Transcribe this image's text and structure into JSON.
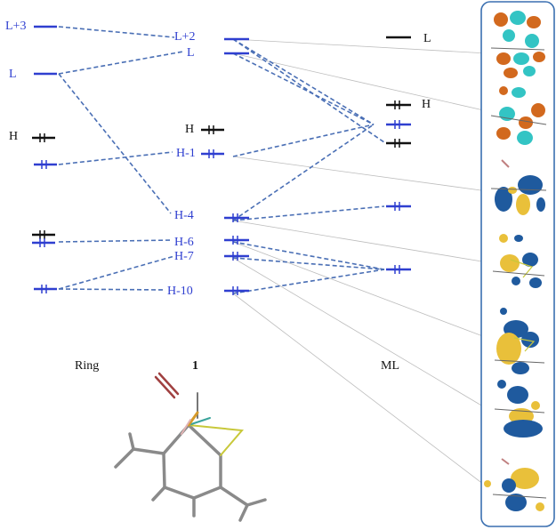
{
  "column_labels": {
    "ring": "Ring",
    "compound": "1",
    "ml": "ML"
  },
  "ring_levels": [
    {
      "label": "L+3",
      "color": "blue",
      "occupied": false
    },
    {
      "label": "L",
      "color": "blue",
      "occupied": false
    },
    {
      "label": "H",
      "color": "black",
      "occupied": true
    },
    {
      "label": "",
      "color": "blue",
      "occupied": true
    },
    {
      "label": "",
      "color": "black",
      "occupied": true
    },
    {
      "label": "",
      "color": "blue",
      "occupied": true
    },
    {
      "label": "",
      "color": "blue",
      "occupied": true
    }
  ],
  "complex_levels": [
    {
      "label": "L+2",
      "color": "blue",
      "occupied": false
    },
    {
      "label": "L",
      "color": "blue",
      "occupied": false
    },
    {
      "label": "H",
      "color": "black",
      "occupied": true
    },
    {
      "label": "H-1",
      "color": "blue",
      "occupied": true
    },
    {
      "label": "H-4",
      "color": "blue",
      "occupied": true
    },
    {
      "label": "H-6",
      "color": "blue",
      "occupied": true
    },
    {
      "label": "H-7",
      "color": "blue",
      "occupied": true
    },
    {
      "label": "H-10",
      "color": "blue",
      "occupied": true
    }
  ],
  "ml_levels": [
    {
      "label": "L",
      "color": "black",
      "occupied": false
    },
    {
      "label": "H",
      "color": "black",
      "occupied": true
    },
    {
      "label": "",
      "color": "blue",
      "occupied": true
    },
    {
      "label": "",
      "color": "black",
      "occupied": true
    },
    {
      "label": "",
      "color": "blue",
      "occupied": true
    },
    {
      "label": "",
      "color": "blue",
      "occupied": true
    }
  ],
  "orbital_panel_count": 7,
  "colors": {
    "blue": "#2f3fd0",
    "black": "#111111",
    "dash": "#4a6fb5",
    "panel_border": "#3a6fb0",
    "lobe_blue": "#1f5a9e",
    "lobe_yellow": "#e9c03a",
    "lobe_cyan": "#33c4c4",
    "lobe_orange": "#d2691e"
  }
}
